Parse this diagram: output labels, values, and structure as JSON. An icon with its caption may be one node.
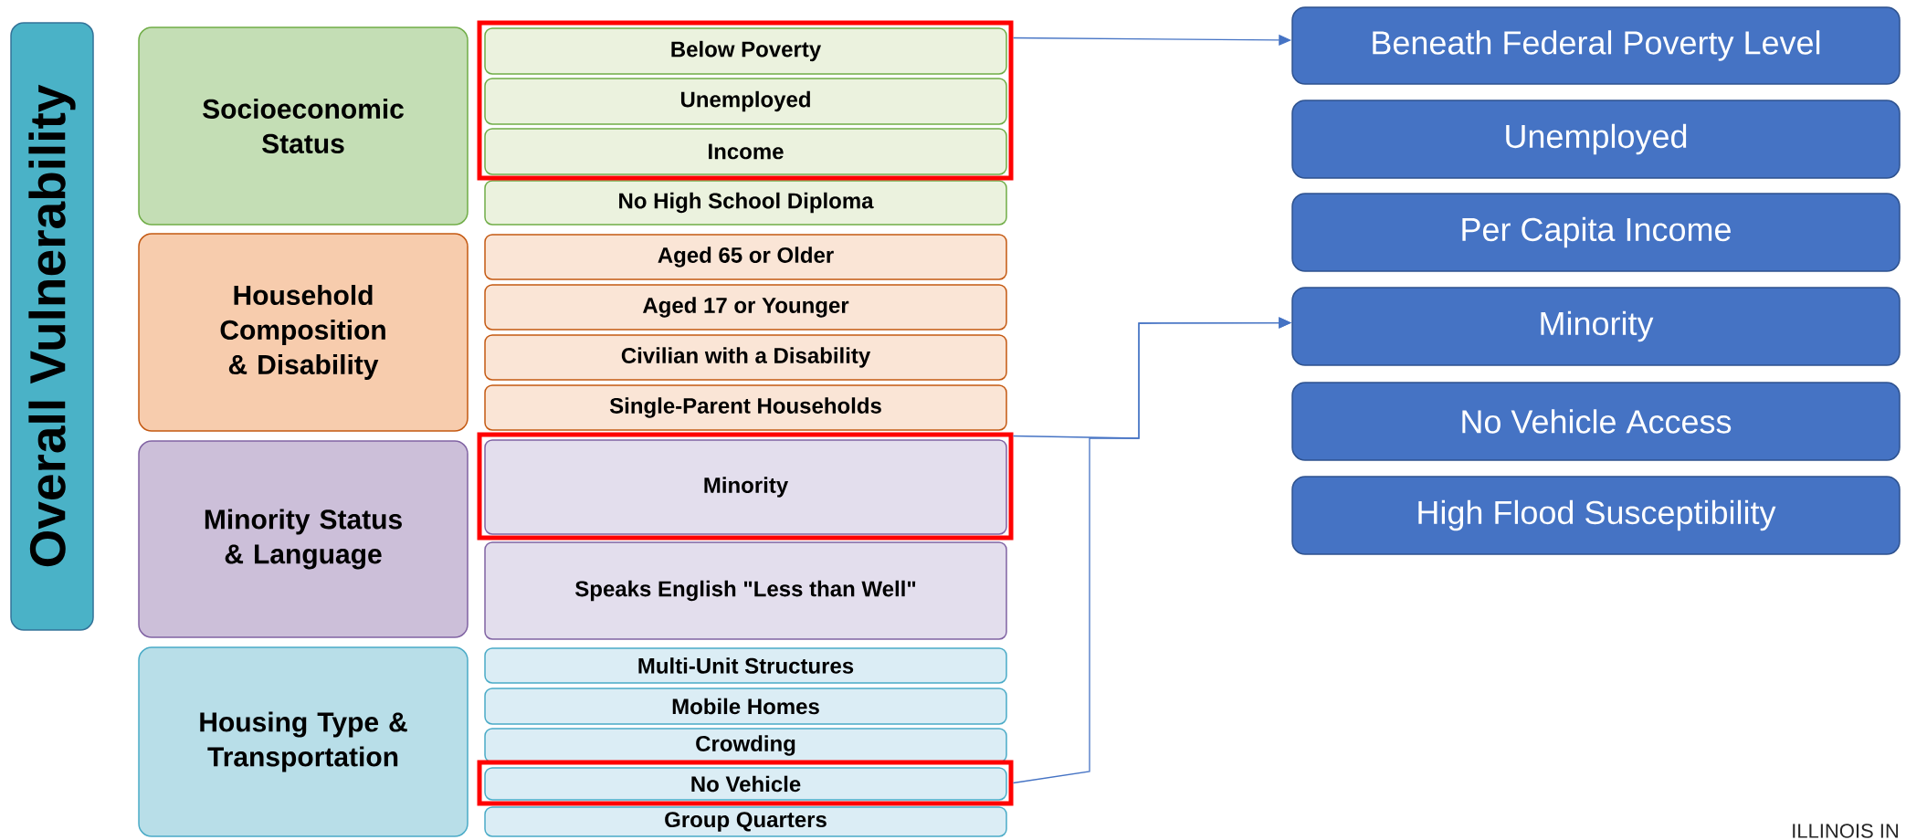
{
  "diagram": {
    "nodes": [
      {
        "text": [
          "Overall Vulnerability"
        ]
      },
      {
        "text": [
          "Socioeconomic Status"
        ]
      },
      {
        "text": [],
        "shape": "box"
      },
      {
        "text": [
          "Below Poverty"
        ],
        "in": 2
      },
      {
        "text": [
          "Unemployed"
        ],
        "in": 2
      },
      {
        "text": [
          "Income"
        ],
        "in": 2
      },
      {
        "text": [
          "No High School Diploma"
        ]
      },
      {
        "text": [
          "Household Composition & Disability"
        ]
      },
      {
        "text": [
          "Aged 65 or Older"
        ]
      },
      {
        "text": [
          "Aged 17 or Younger"
        ]
      },
      {
        "text": [
          "Civilian with a Disability"
        ]
      },
      {
        "text": [
          "Single-Parent Households"
        ]
      },
      {
        "text": [
          "Minority Status & Language"
        ]
      },
      {
        "text": [],
        "shape": "box"
      },
      {
        "text": [
          "Minority"
        ],
        "in": 13
      },
      {
        "text": [
          "Speaks English \"Less than Well\""
        ]
      },
      {
        "text": [
          "Housing Type & Transportation"
        ]
      },
      {
        "text": [
          "Multi-Unit Structures"
        ]
      },
      {
        "text": [
          "Mobile Homes"
        ]
      },
      {
        "text": [
          "Crowding"
        ]
      },
      {
        "text": [],
        "shape": "box"
      },
      {
        "text": [
          "No Vehicle"
        ],
        "in": 20
      },
      {
        "text": [
          "Group Quarters"
        ]
      },
      {
        "text": [
          "Beneath Federal Poverty Level"
        ]
      },
      {
        "text": [
          "Unemployed"
        ]
      },
      {
        "text": [
          "Per Capita Income"
        ]
      },
      {
        "text": [
          "Minority"
        ]
      },
      {
        "text": [
          "No Vehicle Access"
        ]
      },
      {
        "text": [
          "High Flood Susceptibility"
        ]
      }
    ],
    "edges": [
      {
        "from": 2,
        "to": 23,
        "arrow": "to"
      },
      {
        "from": 13,
        "to": 26,
        "arrow": "to"
      },
      {
        "from": 20,
        "to": 26,
        "arrow": "to"
      }
    ],
    "labels": [
      "ILLINOIS IN"
    ]
  }
}
